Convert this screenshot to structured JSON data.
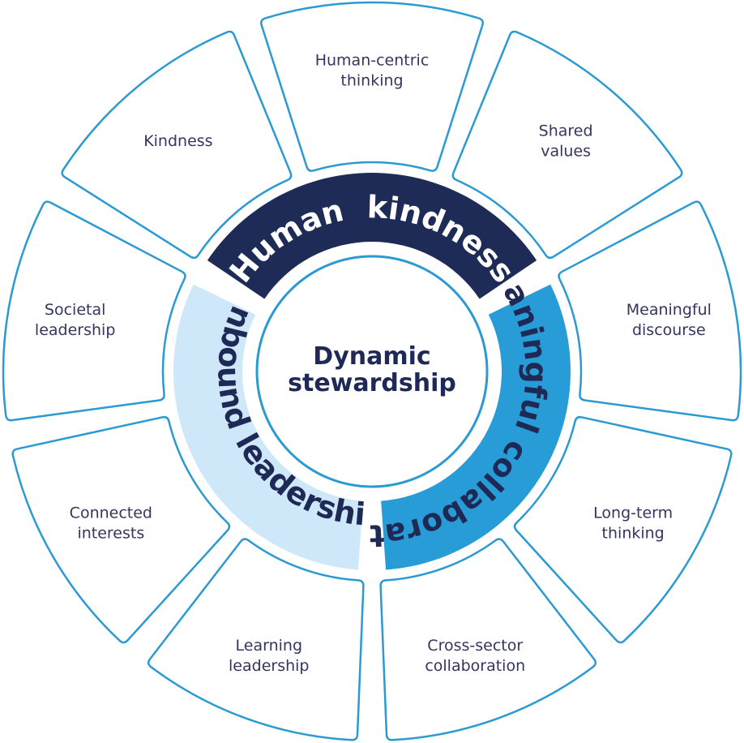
{
  "center": {
    "line1": "Dynamic",
    "line2": "stewardship"
  },
  "inner_ring": [
    {
      "label": "Human  kindness",
      "fill": "#1d2b56",
      "text_color": "#ffffff"
    },
    {
      "label": "Meaningful collaboration",
      "fill": "#279cd6",
      "text_color": "#1e2a55"
    },
    {
      "label": "Unbound leadership",
      "fill": "#cfe8f9",
      "text_color": "#1e2a55"
    }
  ],
  "outer_segments": [
    {
      "lines": [
        "Human-centric",
        "thinking"
      ]
    },
    {
      "lines": [
        "Shared",
        "values"
      ]
    },
    {
      "lines": [
        "Meaningful",
        "discourse"
      ]
    },
    {
      "lines": [
        "Long-term",
        "thinking"
      ]
    },
    {
      "lines": [
        "Cross-sector",
        "collaboration"
      ]
    },
    {
      "lines": [
        "Learning",
        "leadership"
      ]
    },
    {
      "lines": [
        "Connected",
        "interests"
      ]
    },
    {
      "lines": [
        "Societal",
        "leadership"
      ]
    },
    {
      "lines": [
        "Kindness"
      ]
    }
  ],
  "colors": {
    "outline": "#2b9ad3",
    "text": "#33365e",
    "center_text": "#1e2a55"
  }
}
